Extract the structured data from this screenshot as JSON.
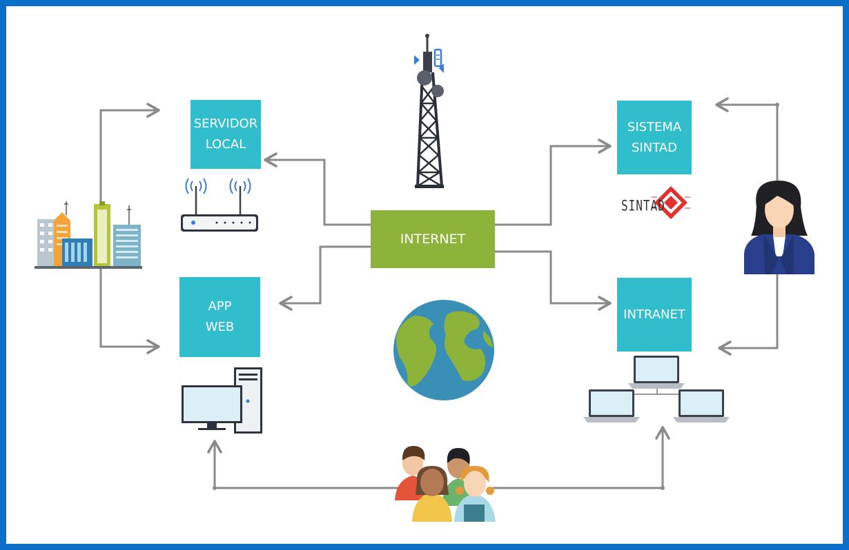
{
  "nodes": {
    "servidor_local": {
      "line1": "SERVIDOR",
      "line2": "LOCAL"
    },
    "sistema_sintad": {
      "line1": "SISTEMA",
      "line2": "SINTAD"
    },
    "internet": {
      "label": "INTERNET"
    },
    "app_web": {
      "line1": "APP",
      "line2": "WEB"
    },
    "intranet": {
      "label": "INTRANET"
    }
  },
  "logo": {
    "text": "SINTAD"
  },
  "colors": {
    "frame": "#0b6fc9",
    "node_teal": "#30bdcc",
    "node_internet": "#8db33a",
    "connector": "#8a8a8a",
    "logo_red": "#e0312f"
  },
  "icons": [
    "cell-tower-icon",
    "buildings-icon",
    "router-icon",
    "globe-icon",
    "desktop-computer-icon",
    "businesswoman-icon",
    "network-laptops-icon",
    "people-group-icon",
    "sintad-logo-icon"
  ]
}
